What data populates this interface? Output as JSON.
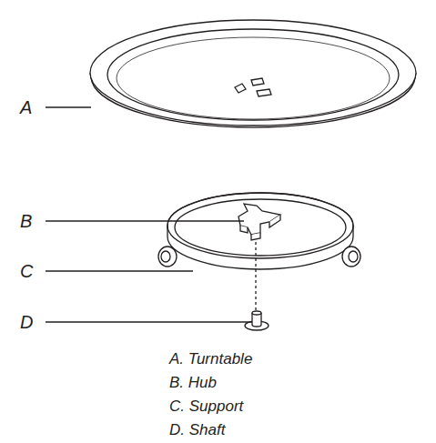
{
  "diagram": {
    "labels": [
      "A",
      "B",
      "C",
      "D",
      "A. Turntable",
      "B. Hub",
      "C. Support",
      "D. Shaft"
    ]
  }
}
